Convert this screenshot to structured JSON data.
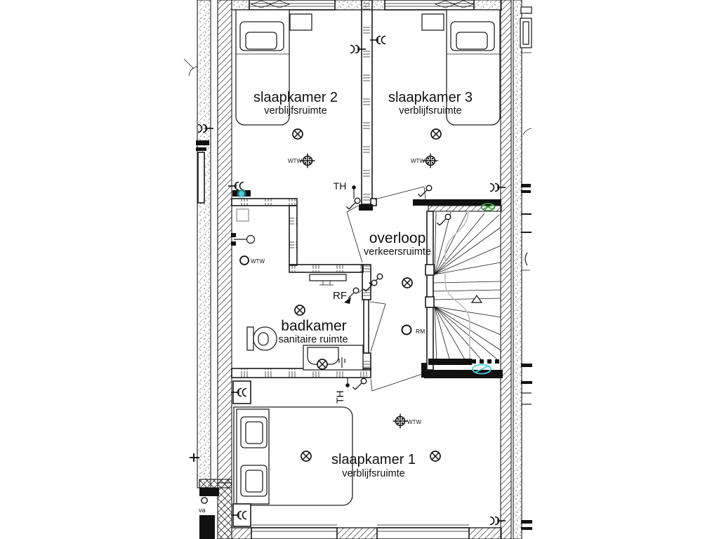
{
  "plan": {
    "rooms": {
      "slaapkamer2": {
        "name": "slaapkamer 2",
        "type": "verblijfsruimte"
      },
      "slaapkamer3": {
        "name": "slaapkamer 3",
        "type": "verblijfsruimte"
      },
      "slaapkamer1": {
        "name": "slaapkamer 1",
        "type": "verblijfsruimte"
      },
      "overloop": {
        "name": "overloop",
        "type": "verkeersruimte"
      },
      "badkamer": {
        "name": "badkamer",
        "type": "sanitaire ruimte"
      }
    },
    "labels": {
      "wtw": "WTW",
      "th": "TH",
      "rf": "RF",
      "rm": "RM",
      "va": "va"
    },
    "colors": {
      "line": "#1a1a1a",
      "vent_green": "#3f9e46",
      "water_cyan": "#45d0dc",
      "walkline_gray": "#bfbfbf"
    }
  }
}
